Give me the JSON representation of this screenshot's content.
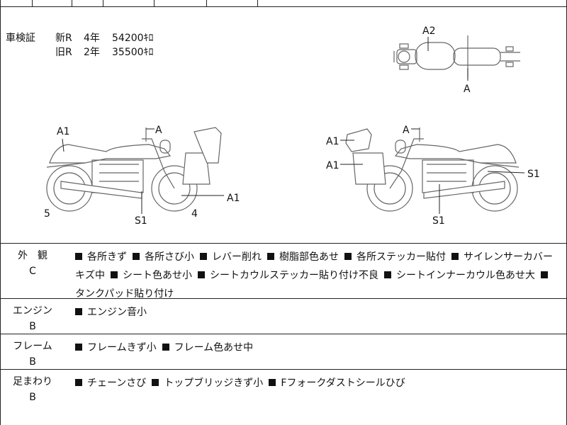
{
  "inspection": {
    "label": "車検証",
    "new": {
      "label": "新R",
      "term": "4年",
      "price": "54200ｷﾛ"
    },
    "old": {
      "label": "旧R",
      "term": "2年",
      "price": "35500ｷﾛ"
    }
  },
  "diagram_labels": {
    "top": {
      "a2": "A2",
      "a": "A"
    },
    "left": {
      "a1_tank": "A1",
      "a_mirror": "A",
      "a1_case": "A1",
      "s1": "S1",
      "n5": "5",
      "n4": "4"
    },
    "right": {
      "a_mirror": "A",
      "a1_case_top": "A1",
      "a1_case": "A1",
      "s1_rear": "S1",
      "s1_engine": "S1"
    }
  },
  "conditions": [
    {
      "category": "外　観",
      "grade": "C",
      "items": [
        "各所きず",
        "各所さび小",
        "レバー削れ",
        "樹脂部色あせ",
        "各所ステッカー貼付",
        "サイレンサーカバーキズ中",
        "シート色あせ小",
        "シートカウルステッカー貼り付け不良",
        "シートインナーカウル色あせ大",
        "タンクパッド貼り付け"
      ]
    },
    {
      "category": "エンジン",
      "grade": "B",
      "items": [
        "エンジン音小"
      ]
    },
    {
      "category": "フレーム",
      "grade": "B",
      "items": [
        "フレームきず小",
        "フレーム色あせ中"
      ]
    },
    {
      "category": "足まわり",
      "grade": "B",
      "items": [
        "チェーンさび",
        "トップブリッジきず小",
        "Fフォークダストシールひび"
      ]
    }
  ]
}
